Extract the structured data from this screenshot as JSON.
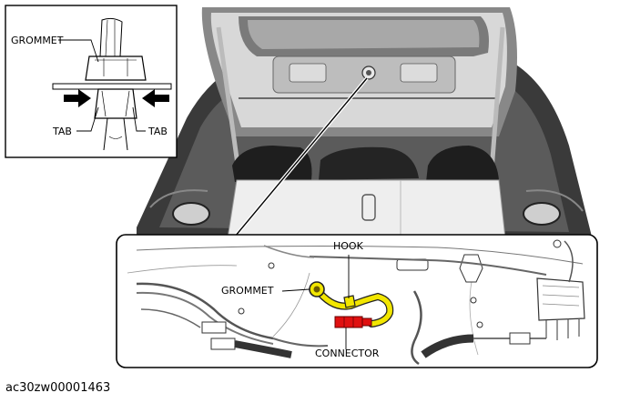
{
  "labels": {
    "inset_grommet": "GROMMET",
    "tab_left": "TAB",
    "tab_right": "TAB",
    "hook": "HOOK",
    "detail_grommet": "GROMMET",
    "connector": "CONNECTOR"
  },
  "figure_code": "ac30zw00001463",
  "colors": {
    "harness_highlight": "#f2e600",
    "connector_highlight": "#e01010",
    "arrow": "#000000"
  }
}
